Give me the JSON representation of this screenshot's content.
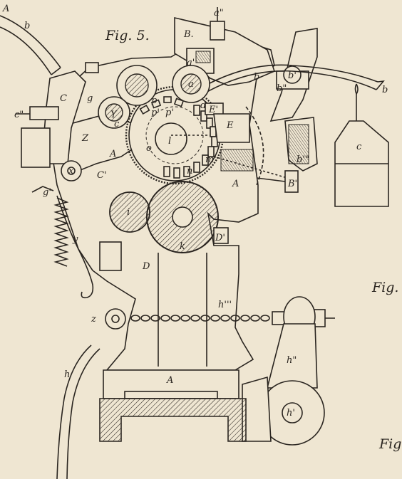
{
  "figure": {
    "caption_main": "Fig. 5.",
    "caption_right_1": "Fig.",
    "caption_right_2": "Fig"
  },
  "labels": {
    "A_corner": "A",
    "b_topleft": "b",
    "B": "B.",
    "a2": "a\"",
    "a1": "a'",
    "a": "a",
    "b_mid": "b",
    "b1": "b'",
    "b2": "b\"",
    "b_right": "b",
    "b3": "b'\"",
    "c_weight": "c",
    "C": "C",
    "c2": "c\"",
    "g": "g",
    "p": "p",
    "p1": "p'",
    "p2": "p'",
    "Y": "Y",
    "c": "c",
    "d": "d",
    "E1": "E'",
    "E": "E",
    "Z": "Z",
    "l": "l",
    "o": "o",
    "A_mid": "A",
    "x": "x",
    "C1": "C'",
    "g1": "g'",
    "m": "m",
    "n": "n",
    "A_right": "A",
    "B1": "B'",
    "i": "i",
    "y": "y",
    "k": "k",
    "D1": "D'",
    "D": "D",
    "z": "z",
    "h3": "h'''",
    "h2": "h\"",
    "A_base": "A",
    "h1": "h'",
    "h": "h"
  },
  "colors": {
    "paper": "#efe6d2",
    "ink": "#2a2520"
  }
}
